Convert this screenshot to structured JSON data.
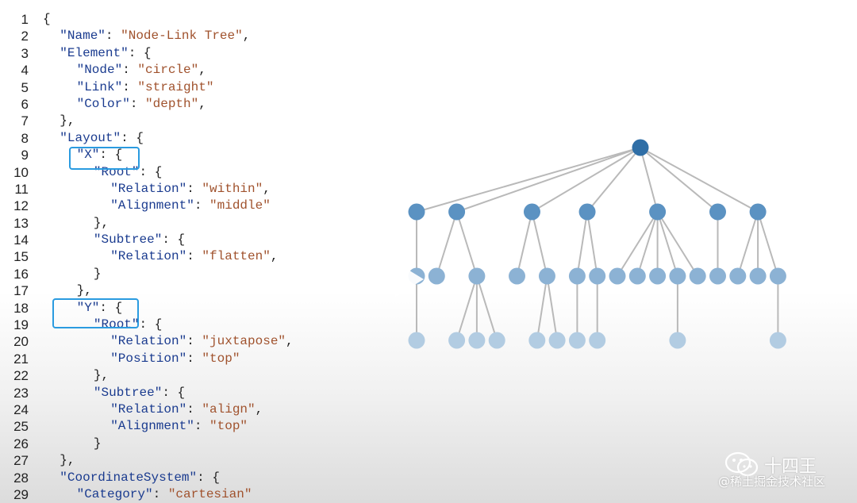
{
  "editor": {
    "lines": [
      {
        "n": "1",
        "indent": 0,
        "parts": [
          {
            "t": "{"
          }
        ]
      },
      {
        "n": "2",
        "indent": 1,
        "parts": [
          {
            "t": "\"Name\"",
            "c": "k"
          },
          {
            "t": ": "
          },
          {
            "t": "\"Node-Link Tree\"",
            "c": "s"
          },
          {
            "t": ","
          }
        ]
      },
      {
        "n": "3",
        "indent": 1,
        "parts": [
          {
            "t": "\"Element\"",
            "c": "k"
          },
          {
            "t": ": {"
          }
        ]
      },
      {
        "n": "4",
        "indent": 2,
        "parts": [
          {
            "t": "\"Node\"",
            "c": "k"
          },
          {
            "t": ": "
          },
          {
            "t": "\"circle\"",
            "c": "s"
          },
          {
            "t": ","
          }
        ]
      },
      {
        "n": "5",
        "indent": 2,
        "parts": [
          {
            "t": "\"Link\"",
            "c": "k"
          },
          {
            "t": ": "
          },
          {
            "t": "\"straight\"",
            "c": "s"
          }
        ]
      },
      {
        "n": "6",
        "indent": 2,
        "parts": [
          {
            "t": "\"Color\"",
            "c": "k"
          },
          {
            "t": ": "
          },
          {
            "t": "\"depth\"",
            "c": "s"
          },
          {
            "t": ","
          }
        ]
      },
      {
        "n": "7",
        "indent": 1,
        "parts": [
          {
            "t": "},"
          }
        ]
      },
      {
        "n": "8",
        "indent": 1,
        "parts": [
          {
            "t": "\"Layout\"",
            "c": "k"
          },
          {
            "t": ": {"
          }
        ]
      },
      {
        "n": "9",
        "indent": 2,
        "parts": [
          {
            "t": "\"X\"",
            "c": "k"
          },
          {
            "t": ": {"
          }
        ]
      },
      {
        "n": "10",
        "indent": 3,
        "parts": [
          {
            "t": "\"Root\"",
            "c": "k"
          },
          {
            "t": ": {"
          }
        ]
      },
      {
        "n": "11",
        "indent": 4,
        "parts": [
          {
            "t": "\"Relation\"",
            "c": "k"
          },
          {
            "t": ": "
          },
          {
            "t": "\"within\"",
            "c": "s"
          },
          {
            "t": ","
          }
        ]
      },
      {
        "n": "12",
        "indent": 4,
        "parts": [
          {
            "t": "\"Alignment\"",
            "c": "k"
          },
          {
            "t": ": "
          },
          {
            "t": "\"middle\"",
            "c": "s"
          }
        ]
      },
      {
        "n": "13",
        "indent": 3,
        "parts": [
          {
            "t": "},"
          }
        ]
      },
      {
        "n": "14",
        "indent": 3,
        "parts": [
          {
            "t": "\"Subtree\"",
            "c": "k"
          },
          {
            "t": ": {"
          }
        ]
      },
      {
        "n": "15",
        "indent": 4,
        "parts": [
          {
            "t": "\"Relation\"",
            "c": "k"
          },
          {
            "t": ": "
          },
          {
            "t": "\"flatten\"",
            "c": "s"
          },
          {
            "t": ","
          }
        ]
      },
      {
        "n": "16",
        "indent": 3,
        "parts": [
          {
            "t": "}"
          }
        ]
      },
      {
        "n": "17",
        "indent": 2,
        "parts": [
          {
            "t": "},"
          }
        ]
      },
      {
        "n": "18",
        "indent": 2,
        "parts": [
          {
            "t": "\"Y\"",
            "c": "k"
          },
          {
            "t": ": {"
          }
        ]
      },
      {
        "n": "19",
        "indent": 3,
        "parts": [
          {
            "t": "\"Root\"",
            "c": "k"
          },
          {
            "t": ": {"
          }
        ]
      },
      {
        "n": "20",
        "indent": 4,
        "parts": [
          {
            "t": "\"Relation\"",
            "c": "k"
          },
          {
            "t": ": "
          },
          {
            "t": "\"juxtapose\"",
            "c": "s"
          },
          {
            "t": ","
          }
        ]
      },
      {
        "n": "21",
        "indent": 4,
        "parts": [
          {
            "t": "\"Position\"",
            "c": "k"
          },
          {
            "t": ": "
          },
          {
            "t": "\"top\"",
            "c": "s"
          }
        ]
      },
      {
        "n": "22",
        "indent": 3,
        "parts": [
          {
            "t": "},"
          }
        ]
      },
      {
        "n": "23",
        "indent": 3,
        "parts": [
          {
            "t": "\"Subtree\"",
            "c": "k"
          },
          {
            "t": ": {"
          }
        ]
      },
      {
        "n": "24",
        "indent": 4,
        "parts": [
          {
            "t": "\"Relation\"",
            "c": "k"
          },
          {
            "t": ": "
          },
          {
            "t": "\"align\"",
            "c": "s"
          },
          {
            "t": ","
          }
        ]
      },
      {
        "n": "25",
        "indent": 4,
        "parts": [
          {
            "t": "\"Alignment\"",
            "c": "k"
          },
          {
            "t": ": "
          },
          {
            "t": "\"top\"",
            "c": "s"
          }
        ]
      },
      {
        "n": "26",
        "indent": 3,
        "parts": [
          {
            "t": "}"
          }
        ]
      },
      {
        "n": "27",
        "indent": 1,
        "parts": [
          {
            "t": "},"
          }
        ]
      },
      {
        "n": "28",
        "indent": 1,
        "parts": [
          {
            "t": "\"CoordinateSystem\"",
            "c": "k"
          },
          {
            "t": ": {"
          }
        ]
      },
      {
        "n": "29",
        "indent": 2,
        "parts": [
          {
            "t": "\"Category\"",
            "c": "k"
          },
          {
            "t": ": "
          },
          {
            "t": "\"cartesian\"",
            "c": "s"
          }
        ]
      }
    ],
    "highlighted_lines": [
      "9",
      "18"
    ]
  },
  "tree": {
    "depth_colors": [
      "#2f6ea6",
      "#5b92c2",
      "#8cb2d4",
      "#b2cce2",
      "#c8d9e8"
    ],
    "link_color": "#b9b9b9",
    "children": [
      {
        "children": [
          {
            "children": [
              {
                "children": []
              }
            ]
          }
        ]
      },
      {
        "children": [
          {
            "children": []
          },
          {
            "children": [
              {
                "children": []
              },
              {
                "children": []
              },
              {
                "children": []
              }
            ]
          }
        ]
      },
      {
        "children": [
          {
            "children": []
          },
          {
            "children": [
              {
                "children": []
              },
              {
                "children": []
              }
            ]
          }
        ]
      },
      {
        "children": [
          {
            "children": [
              {
                "children": []
              }
            ]
          },
          {
            "children": [
              {
                "children": []
              }
            ]
          }
        ]
      },
      {
        "children": [
          {
            "children": []
          },
          {
            "children": []
          },
          {
            "children": []
          },
          {
            "children": [
              {
                "children": []
              }
            ]
          },
          {
            "children": []
          }
        ]
      },
      {
        "children": [
          {
            "children": []
          }
        ]
      },
      {
        "children": [
          {
            "children": []
          },
          {
            "children": []
          },
          {
            "children": [
              {
                "children": []
              }
            ]
          }
        ]
      }
    ]
  },
  "player": {
    "icon": "play-icon"
  },
  "watermark": {
    "icon": "wechat-icon",
    "name": "十四王",
    "sub": "@稀土掘金技术社区"
  }
}
